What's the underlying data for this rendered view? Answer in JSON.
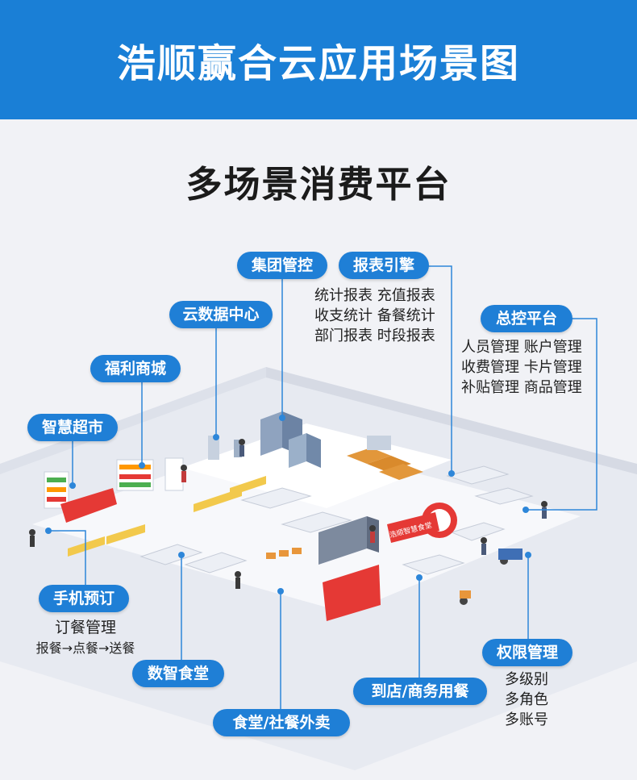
{
  "header": {
    "title": "浩顺赢合云应用场景图"
  },
  "subtitle": "多场景消费平台",
  "illustration": {
    "sign_text": "浩顺智慧食堂"
  },
  "tags": {
    "jituan": "集团管控",
    "baobiao": "报表引擎",
    "yunshuju": "云数据中心",
    "zongkong": "总控平台",
    "fuli": "福利商城",
    "zhihui": "智慧超市",
    "shouji": "手机预订",
    "shitang": "数智食堂",
    "waimai": "食堂/社餐外卖",
    "daodian": "到店/商务用餐",
    "quanxian": "权限管理"
  },
  "lists": {
    "baobiao": [
      "统计报表  充值报表",
      "收支统计  备餐统计",
      "部门报表  时段报表"
    ],
    "zongkong": [
      "人员管理  账户管理",
      "收费管理  卡片管理",
      "补贴管理  商品管理"
    ],
    "shouji_title": "订餐管理",
    "shouji_flow": "报餐→点餐→送餐",
    "quanxian": [
      "多级别",
      "多角色",
      "多账号"
    ]
  },
  "colors": {
    "brand_blue": "#1a7fd6",
    "tag_blue": "#1f7fd6",
    "accent_red": "#e53935",
    "floor": "#e6e9f1"
  },
  "icons": [
    "isometric-office-building-icon",
    "supermarket-shelf-icon",
    "canteen-sign-icon",
    "delivery-scooter-icon"
  ]
}
